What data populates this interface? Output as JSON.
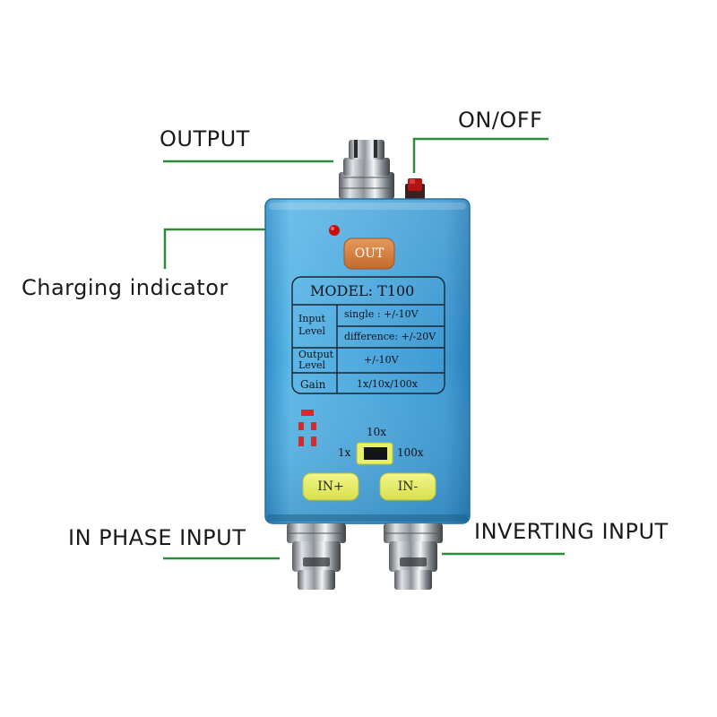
{
  "callouts": {
    "output": "OUTPUT",
    "on_off": "ON/OFF",
    "charging_indicator": "Charging indicator",
    "in_phase_input": "IN PHASE INPUT",
    "inverting_input": "INVERTING INPUT"
  },
  "device": {
    "out_button": "OUT",
    "model": "MODEL: T100",
    "spec_table": {
      "input_level_line1": "Input",
      "input_level_line2": "Level",
      "single": "single : +/-10V",
      "difference": "difference: +/-20V",
      "output_level_line1": "Output",
      "output_level_line2": "Level",
      "output_value": "+/-10V",
      "gain_label": "Gain",
      "gain_value": "1x/10x/100x"
    },
    "switch": {
      "top": "10x",
      "left": "1x",
      "right": "100x"
    },
    "in_plus": "IN+",
    "in_minus": "IN-"
  },
  "colors": {
    "line_green": "#2e8b3a",
    "case_blue": "#4aa6dc",
    "button_orange": "#d07a3a",
    "button_yellow": "#e8ef6a",
    "led_red": "#c40f0f"
  }
}
